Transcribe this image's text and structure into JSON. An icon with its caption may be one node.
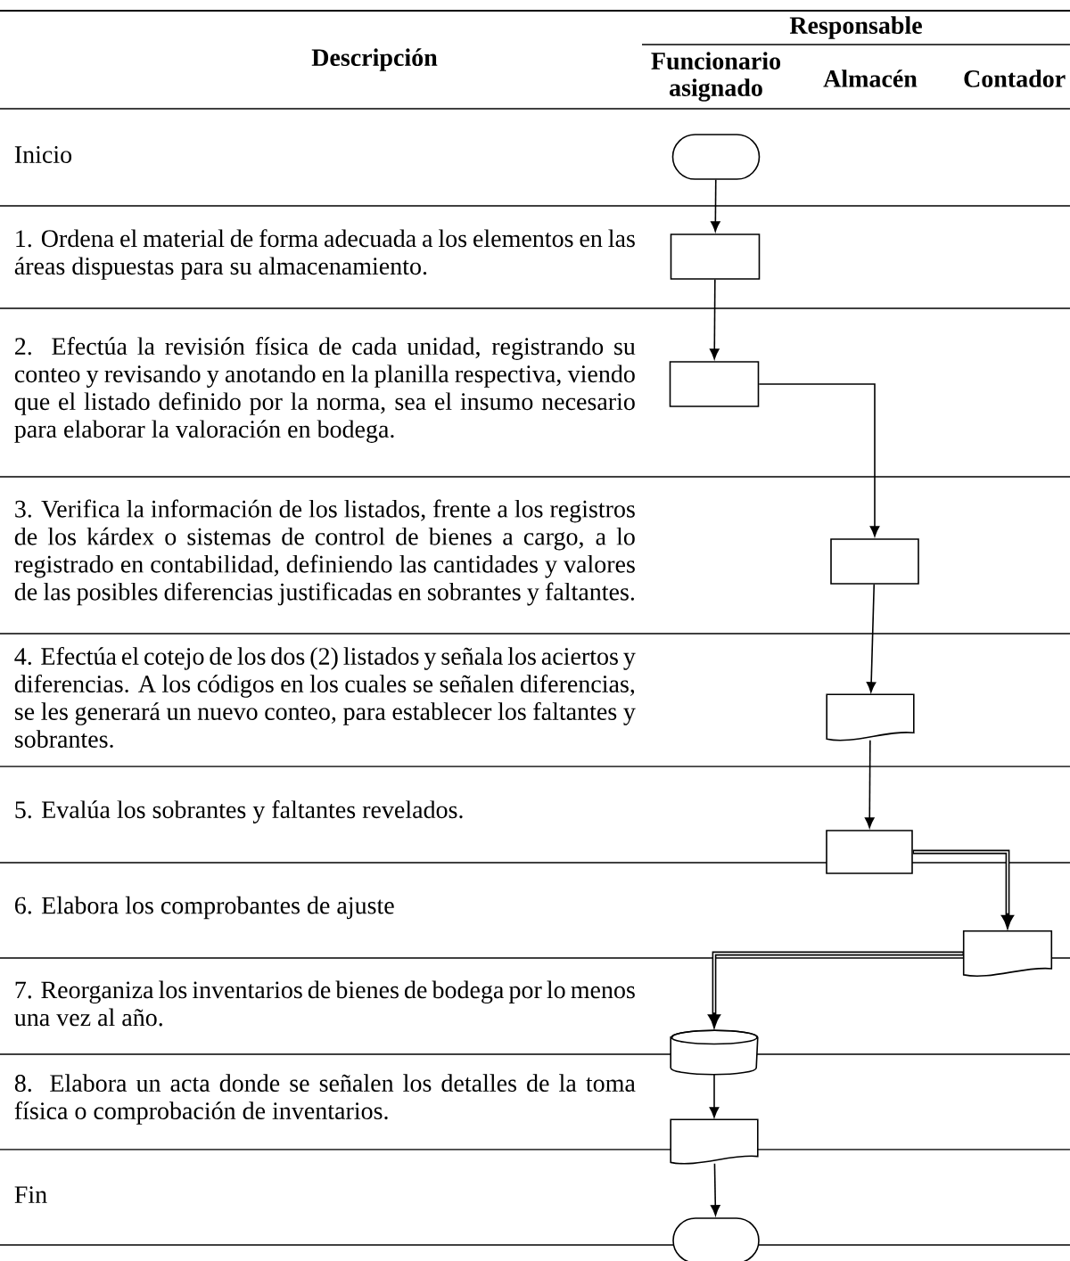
{
  "diagram": {
    "nodes": [
      {
        "text": [],
        "shape": "terminal"
      },
      {
        "text": [],
        "shape": "box"
      },
      {
        "text": [],
        "shape": "box"
      },
      {
        "text": [],
        "shape": "box"
      },
      {
        "text": [],
        "shape": "document"
      },
      {
        "text": [],
        "shape": "box"
      },
      {
        "text": [],
        "shape": "document"
      },
      {
        "text": [],
        "shape": "cylinder"
      },
      {
        "text": [],
        "shape": "document"
      },
      {
        "text": [],
        "shape": "terminal"
      }
    ],
    "edges": [
      {
        "from": 0,
        "to": 1,
        "arrow": "to"
      },
      {
        "from": 1,
        "to": 2,
        "arrow": "to"
      },
      {
        "from": 2,
        "to": 3,
        "arrow": "to"
      },
      {
        "from": 3,
        "to": 4,
        "arrow": "to"
      },
      {
        "from": 4,
        "to": 5,
        "arrow": "to"
      },
      {
        "from": 5,
        "to": 6,
        "arrow": "to",
        "style": "thick"
      },
      {
        "from": 6,
        "to": 7,
        "arrow": "to",
        "style": "thick"
      },
      {
        "from": 7,
        "to": 8,
        "arrow": "to"
      },
      {
        "from": 8,
        "to": 9,
        "arrow": "to"
      }
    ],
    "labels": [
      "Descripción",
      "Responsable",
      "Funcionario asignado",
      "Almacén",
      "Contador",
      "Inicio",
      "1. Ordena el material de forma adecuada a los elementos en las áreas dispuestas para su almacenamiento.",
      "2. Efectúa la revisión física de cada unidad, registrando su conteo y revisando y anotando en la planilla respectiva, viendo que el listado definido por la norma, sea el insumo necesario para elaborar la valoración en bodega.",
      "3. Verifica la información de los listados, frente a los registros de los kárdex o sistemas de control de bienes a cargo, a lo registrado en contabilidad, definiendo las cantidades y valores de las posibles diferencias justificadas en sobrantes y faltantes.",
      "4. Efectúa el cotejo de los dos (2) listados y señala los aciertos y diferencias. A los códigos en los cuales se señalen diferencias, se les generará un nuevo conteo, para establecer los faltantes y sobrantes.",
      "5. Evalúa los sobrantes y faltantes revelados.",
      "6. Elabora los comprobantes de ajuste",
      "7. Reorganiza los inventarios de bienes de bodega por lo menos una vez al año.",
      "8. Elabora un acta donde se señalen los detalles de la toma física o comprobación de inventarios.",
      "Fin"
    ]
  }
}
